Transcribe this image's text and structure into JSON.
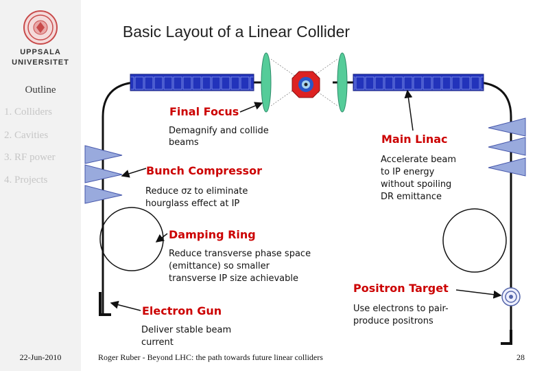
{
  "sidebar": {
    "university_line1": "UPPSALA",
    "university_line2": "UNIVERSITET",
    "outline_title": "Outline",
    "outline_items": [
      "1. Colliders",
      "2. Cavities",
      "3. RF power",
      "4. Projects"
    ],
    "date": "22-Jun-2010"
  },
  "slide": {
    "title": "Basic Layout of a Linear Collider",
    "footer": "Roger Ruber - Beyond LHC: the path towards future linear colliders",
    "number": "28"
  },
  "diagram": {
    "final_focus": {
      "label": "Final Focus",
      "desc": [
        "Demagnify and collide",
        "beams"
      ]
    },
    "main_linac": {
      "label": "Main Linac",
      "desc": [
        "Accelerate beam",
        "to IP energy",
        "without spoiling",
        "DR emittance"
      ]
    },
    "bunch_compressor": {
      "label": "Bunch Compressor",
      "desc": [
        "Reduce σz to eliminate",
        "hourglass effect at IP"
      ]
    },
    "damping_ring": {
      "label": "Damping Ring",
      "desc": [
        "Reduce transverse phase space",
        "(emittance) so smaller",
        "transverse IP size achievable"
      ]
    },
    "positron_target": {
      "label": "Positron Target",
      "desc": [
        "Use electrons to pair-",
        "produce positrons"
      ]
    },
    "electron_gun": {
      "label": "Electron Gun",
      "desc": [
        "Deliver stable beam",
        "current"
      ]
    },
    "colors": {
      "label_red": "#cc0000",
      "linac_blue": "#2233bb",
      "lens_green": "#55cc99"
    }
  }
}
